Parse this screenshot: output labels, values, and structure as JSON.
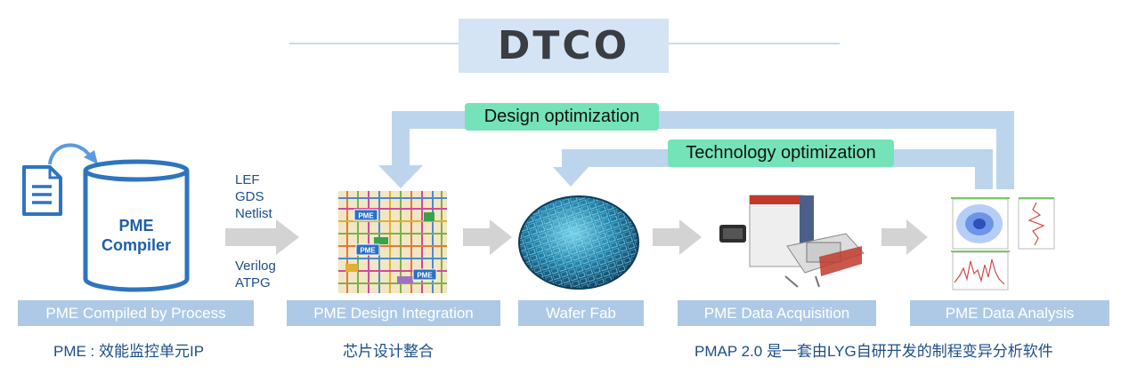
{
  "title": "DTCO",
  "feedback": {
    "design": "Design optimization",
    "technology": "Technology optimization"
  },
  "compiler": {
    "line1": "PME",
    "line2": "Compiler"
  },
  "formats_top": [
    "LEF",
    "GDS",
    "Netlist"
  ],
  "formats_bottom": [
    "Verilog",
    "ATPG"
  ],
  "layout_tags": [
    "PME",
    "PME",
    "PME"
  ],
  "stages": [
    "PME Compiled by Process",
    "PME Design Integration",
    "Wafer Fab",
    "PME Data Acquisition",
    "PME Data Analysis"
  ],
  "captions": {
    "compiled": "PME : 效能监控单元IP",
    "integration": "芯片设计整合",
    "pmap": "PMAP 2.0 是一套由LYG自研开发的制程变异分析软件"
  },
  "colors": {
    "flow_arrow": "#bdd5ec",
    "stage_label_bg": "#adc9e6",
    "opt_label_bg": "#74e3b8",
    "cylinder_stroke": "#2e74c0"
  }
}
